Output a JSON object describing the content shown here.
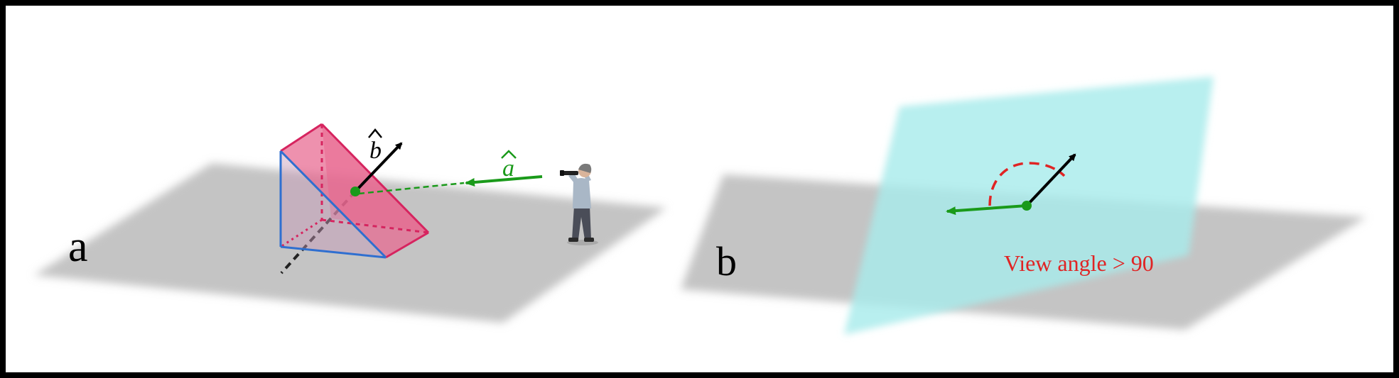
{
  "panels": {
    "a": {
      "label": "a",
      "vector_a": "a",
      "vector_b": "b"
    },
    "b": {
      "label": "b",
      "annotation": "View angle > 90"
    }
  },
  "colors": {
    "plane": "#c4c4c4",
    "prism_fill": "#e8668f",
    "prism_edge": "#d6245f",
    "prism_blue_edge": "#2f6fd0",
    "green": "#1a9a1a",
    "black": "#000000",
    "cyan_plane": "#a8ecec",
    "annotation": "#e02424"
  },
  "icons": {
    "observer": "person-with-binoculars-icon",
    "hat": "circumflex-hat-icon"
  }
}
